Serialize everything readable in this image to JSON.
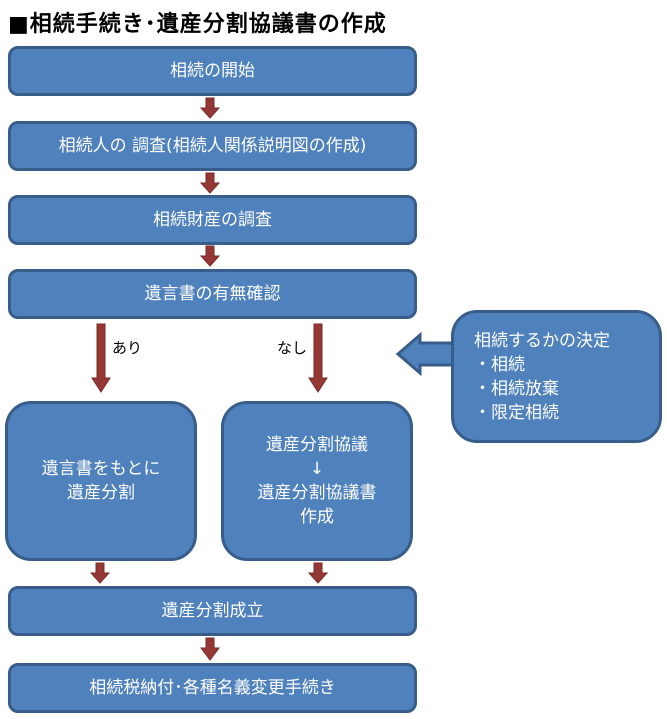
{
  "title": "■相続手続き･遺産分割協議書の作成",
  "steps": {
    "start": "相続の開始",
    "heirs": "相続人の 調査(相続人関係説明図の作成)",
    "assets": "相続財産の調査",
    "will_check": "遺言書の有無確認",
    "with_will": [
      "遺言書をもとに",
      "遺産分割"
    ],
    "without_will": [
      "遺産分割協議",
      "↓",
      "遺産分割協議書",
      "作成"
    ],
    "established": "遺産分割成立",
    "final": "相続税納付･各種名義変更手続き"
  },
  "branches": {
    "yes": "あり",
    "no": "なし"
  },
  "decision": {
    "heading": "相続するかの決定",
    "options": [
      "・相続",
      "・相続放棄",
      "・限定相続"
    ]
  },
  "colors": {
    "box": "#4f81bd",
    "border": "#385d8a",
    "arrow": "#953735"
  }
}
